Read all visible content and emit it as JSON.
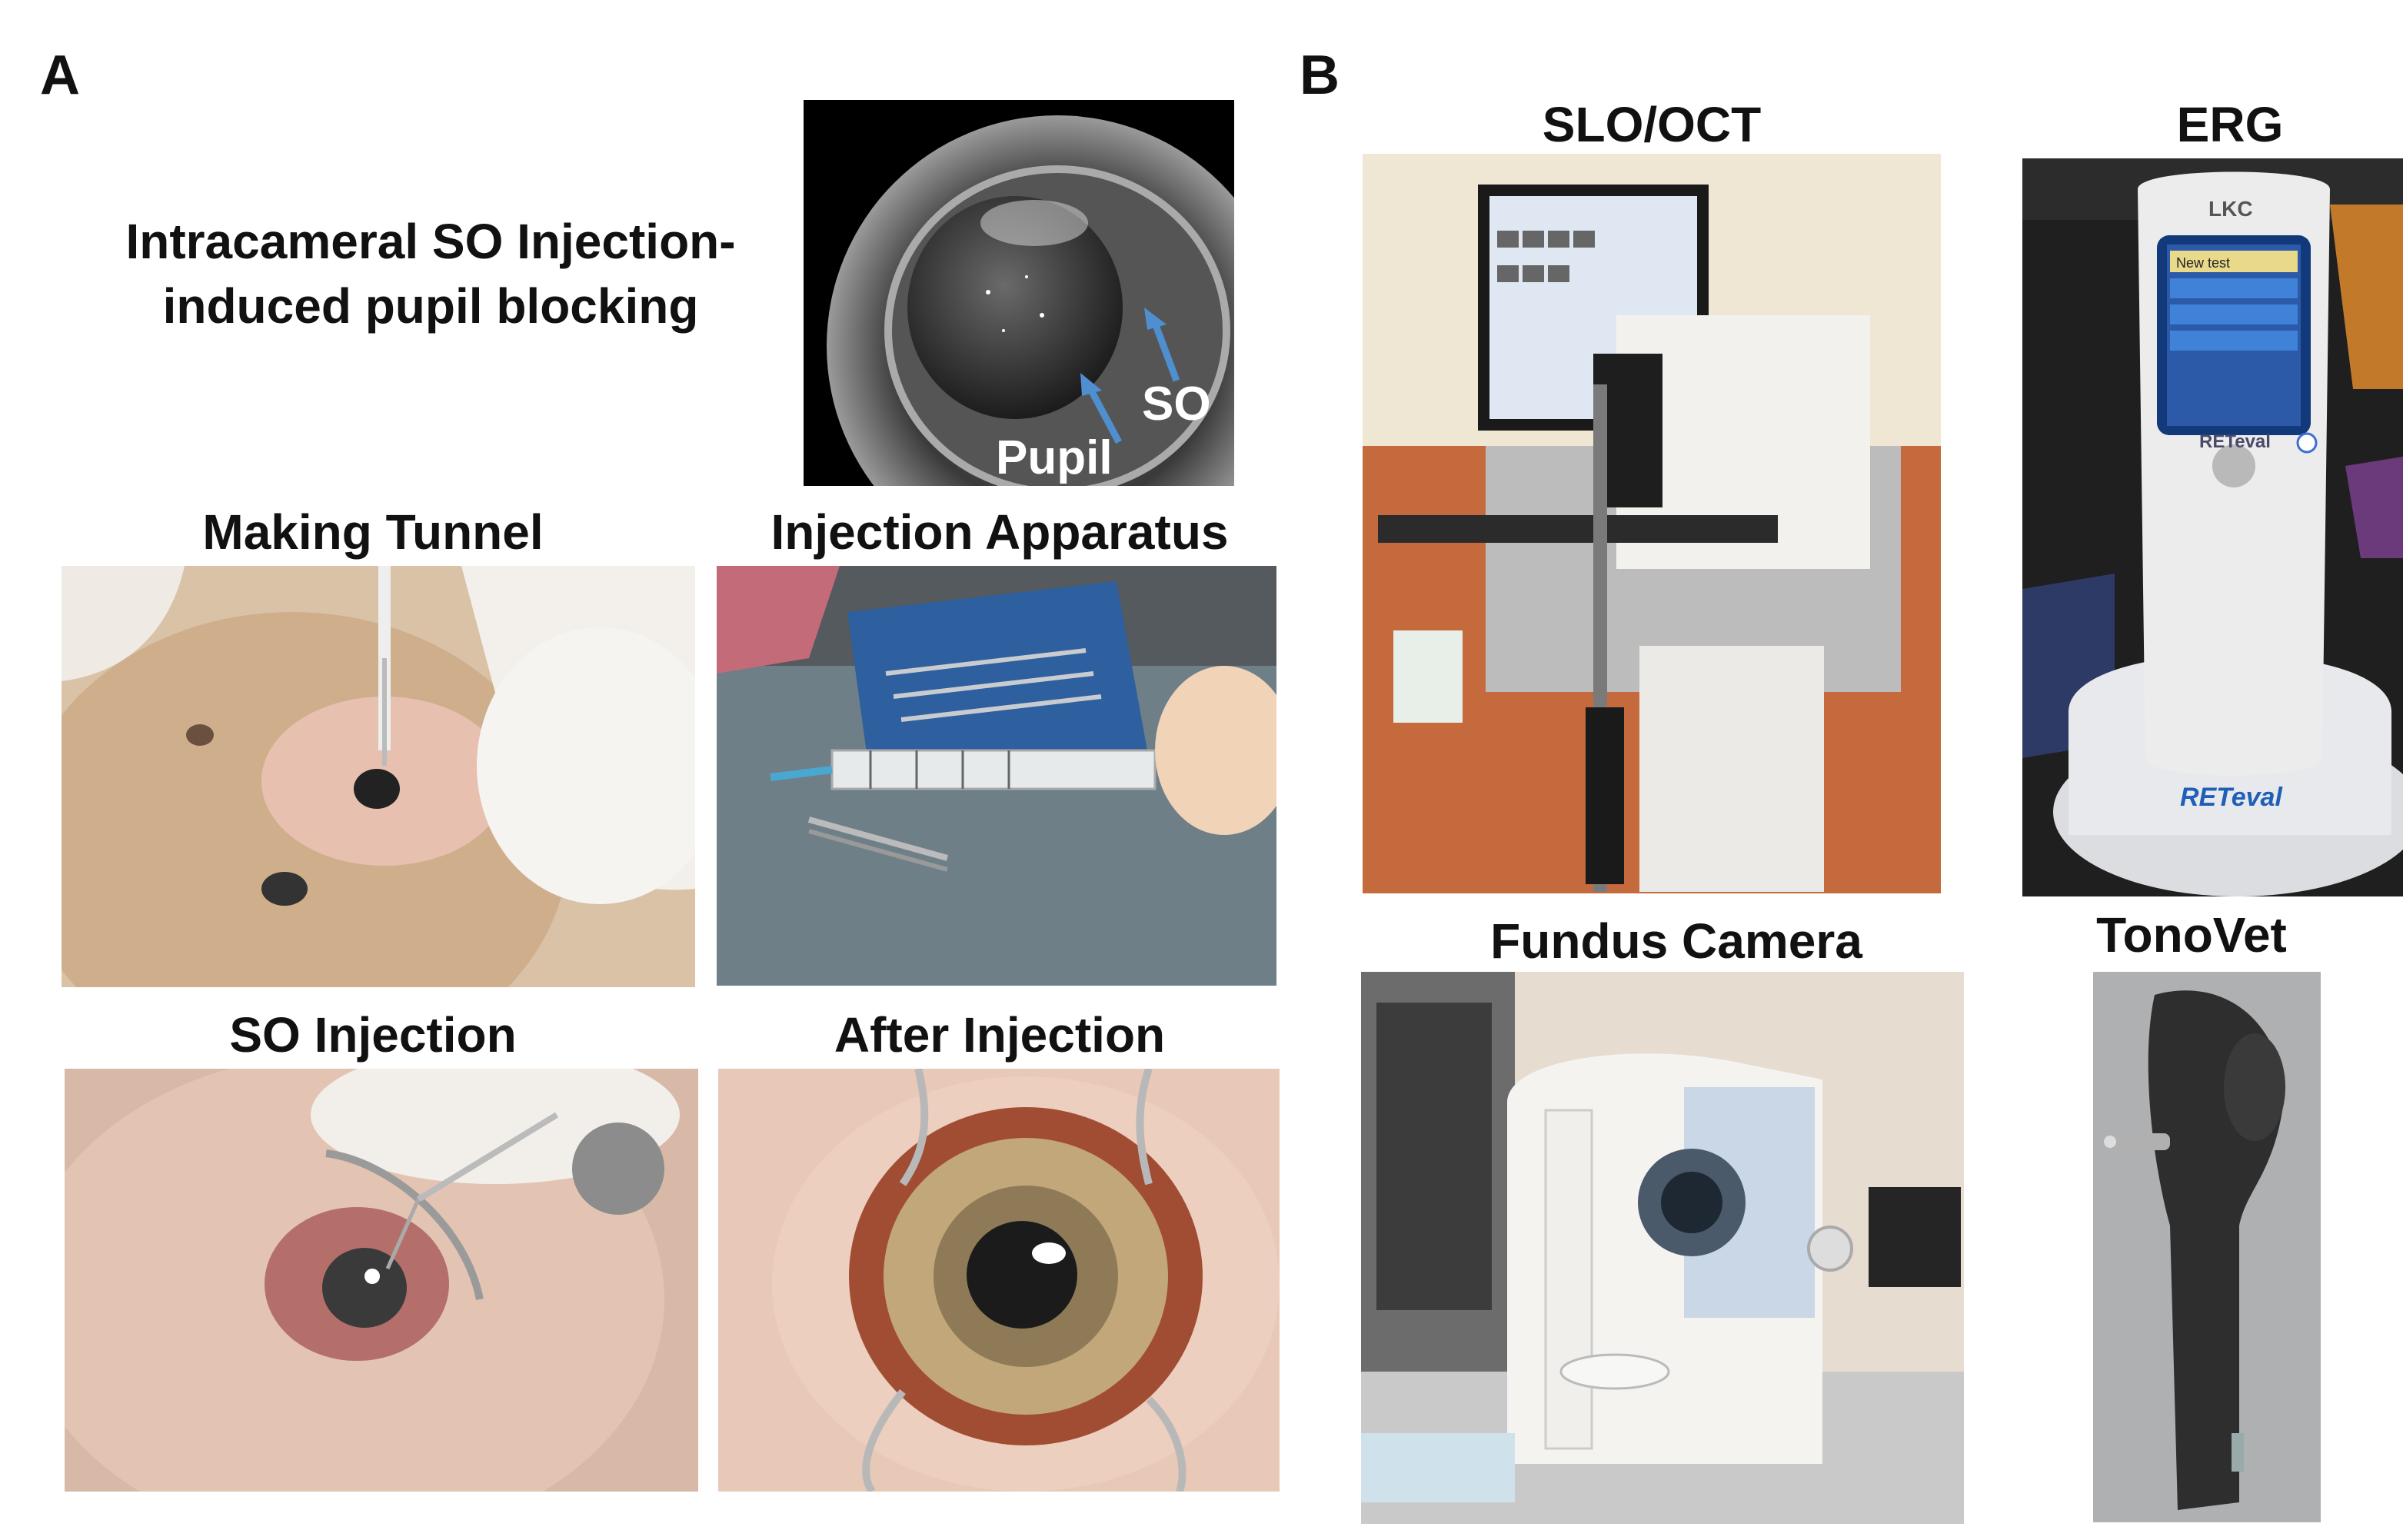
{
  "panel_a": {
    "label": "A",
    "description_line1": "Intracameral SO Injection-",
    "description_line2": "induced pupil blocking",
    "eye_image": {
      "label_so": "SO",
      "label_pupil": "Pupil"
    },
    "titles": {
      "making_tunnel": "Making Tunnel",
      "injection_apparatus": "Injection Apparatus",
      "so_injection": "SO Injection",
      "after_injection": "After Injection"
    }
  },
  "panel_b": {
    "label": "B",
    "titles": {
      "slo_oct": "SLO/OCT",
      "erg": "ERG",
      "fundus_camera": "Fundus Camera",
      "tonovet": "TonoVet"
    },
    "device_text": {
      "lkc": "LKC",
      "reteval_screen": "RETeval",
      "reteval_base": "RETeval",
      "menu_new_test": "New test"
    }
  }
}
